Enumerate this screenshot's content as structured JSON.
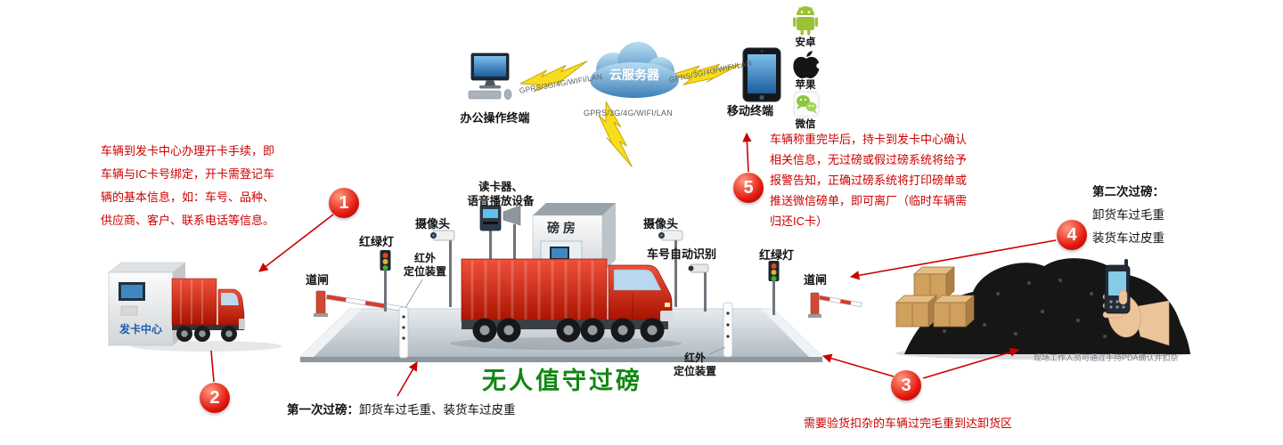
{
  "title": "无人值守过磅",
  "cloud": {
    "label": "云服务器"
  },
  "terminals": {
    "office": "办公操作终端",
    "mobile": "移动终端"
  },
  "network_label": "GPRS/3G/4G/WIFI/LAN",
  "apps": {
    "android": "安卓",
    "apple": "苹果",
    "wechat": "微信"
  },
  "steps": {
    "s1": {
      "num": "1",
      "text": "车辆到发卡中心办理开卡手续，即车辆与IC卡号绑定，开卡需登记车辆的基本信息，如：车号、品种、供应商、客户、联系电话等信息。"
    },
    "s2": {
      "num": "2",
      "title": "第一次过磅：",
      "text": "卸货车过毛重、装货车过皮重"
    },
    "s3": {
      "num": "3",
      "text": "需要验货扣杂的车辆过完毛重到达卸货区"
    },
    "s4": {
      "num": "4",
      "title": "第二次过磅：",
      "line1": "卸货车过毛重",
      "line2": "装货车过皮重"
    },
    "s5": {
      "num": "5",
      "text": "车辆称重完毕后，持卡到发卡中心确认相关信息，无过磅或假过磅系统将给予报警告知，正确过磅系统将打印磅单或推送微信磅单，即可离厂（临时车辆需归还IC卡）"
    }
  },
  "scene": {
    "card_center": "发卡中心",
    "weigh_house": "磅 房",
    "card_reader": "读卡器、\n语音播放设备",
    "camera": "摄像头",
    "traffic_light": "红绿灯",
    "gate": "道闸",
    "infrared": "红外\n定位装置",
    "plate_recognition": "车号自动识别",
    "pda_note": "现场工作人员可通过手持PDA确认并扣杂"
  },
  "colors": {
    "accent_red": "#cc0000",
    "title_green": "#128712",
    "cloud_blue": "#4a8fc4",
    "android_green": "#99c236",
    "wechat_green": "#8dc63f"
  }
}
